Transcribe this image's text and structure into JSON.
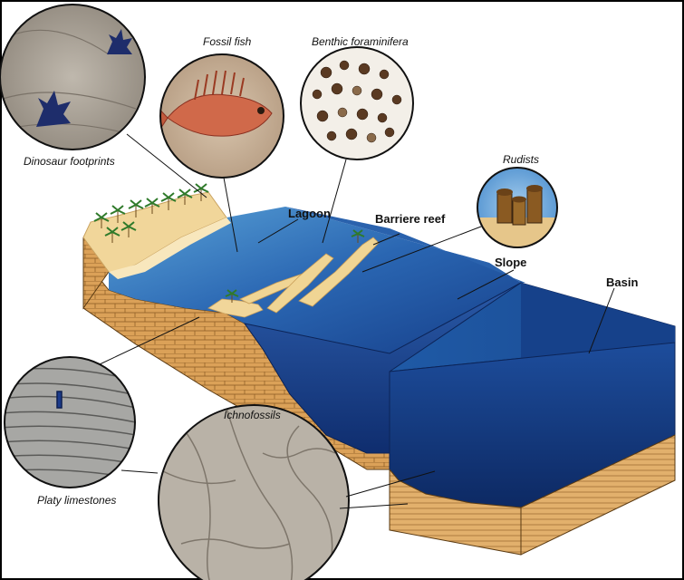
{
  "zones": {
    "lagoon": "Lagoon",
    "barrier_reef": "Barriere reef",
    "slope": "Slope",
    "basin": "Basin"
  },
  "fossils": {
    "dinosaur": "Dinosaur footprints",
    "fish": "Fossil fish",
    "foraminifera": "Benthic foraminifera",
    "rudists": "Rudists",
    "platy": "Platy limestones",
    "ichnofossils": "Ichnofossils"
  },
  "colors": {
    "sea": "#1f4f9a",
    "deep_sea": "#0f2f72",
    "sand": "#f2d8a0",
    "rock": "#d9a255",
    "frame": "#000000"
  }
}
